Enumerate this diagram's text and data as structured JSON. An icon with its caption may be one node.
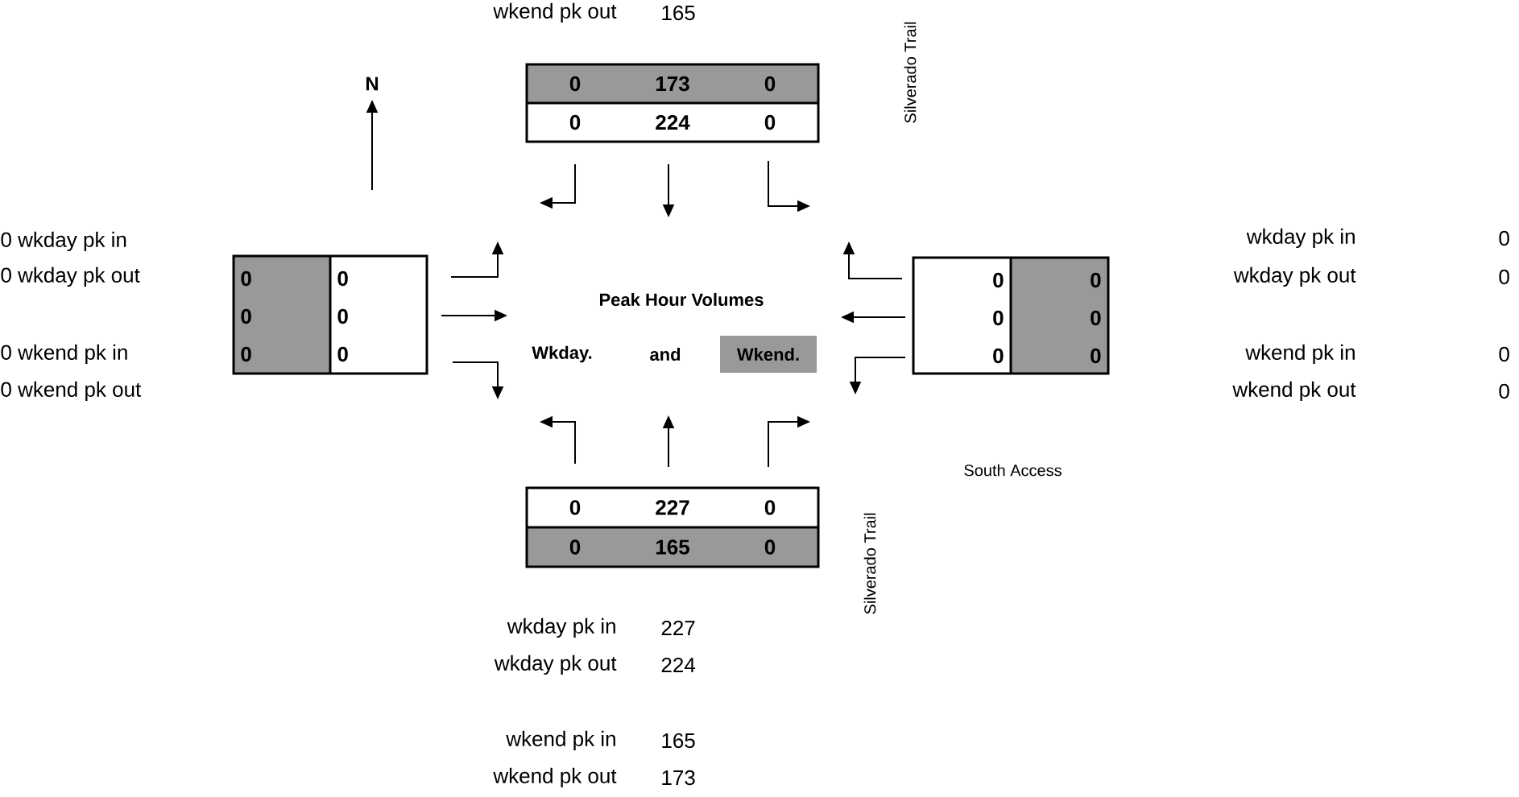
{
  "diagram": {
    "nodes": [
      {
        "text": [
          "0",
          "173",
          "0",
          "0",
          "224",
          "0"
        ]
      },
      {
        "text": [
          "0",
          "0",
          "0",
          "0",
          "0",
          "0"
        ]
      },
      {
        "text": [
          "0",
          "0",
          "0",
          "0",
          "0",
          "0"
        ]
      },
      {
        "text": [
          "0",
          "227",
          "0",
          "0",
          "165",
          "0"
        ]
      }
    ],
    "labels": [
      "wkend pk out",
      "165",
      "N",
      "Silverado Trail",
      "0 wkday pk in",
      "0 wkday pk out",
      "0 wkend pk in",
      "0 wkend pk out",
      "Peak Hour Volumes",
      "Wkday.",
      "and",
      "Wkend.",
      "wkday pk in",
      "0",
      "wkday pk out",
      "0",
      "wkend pk in",
      "0",
      "wkend pk out",
      "0",
      "South Access",
      "Silverado Trail",
      "wkday pk in",
      "227",
      "wkday pk out",
      "224",
      "wkend pk in",
      "165",
      "wkend pk out",
      "173"
    ]
  }
}
